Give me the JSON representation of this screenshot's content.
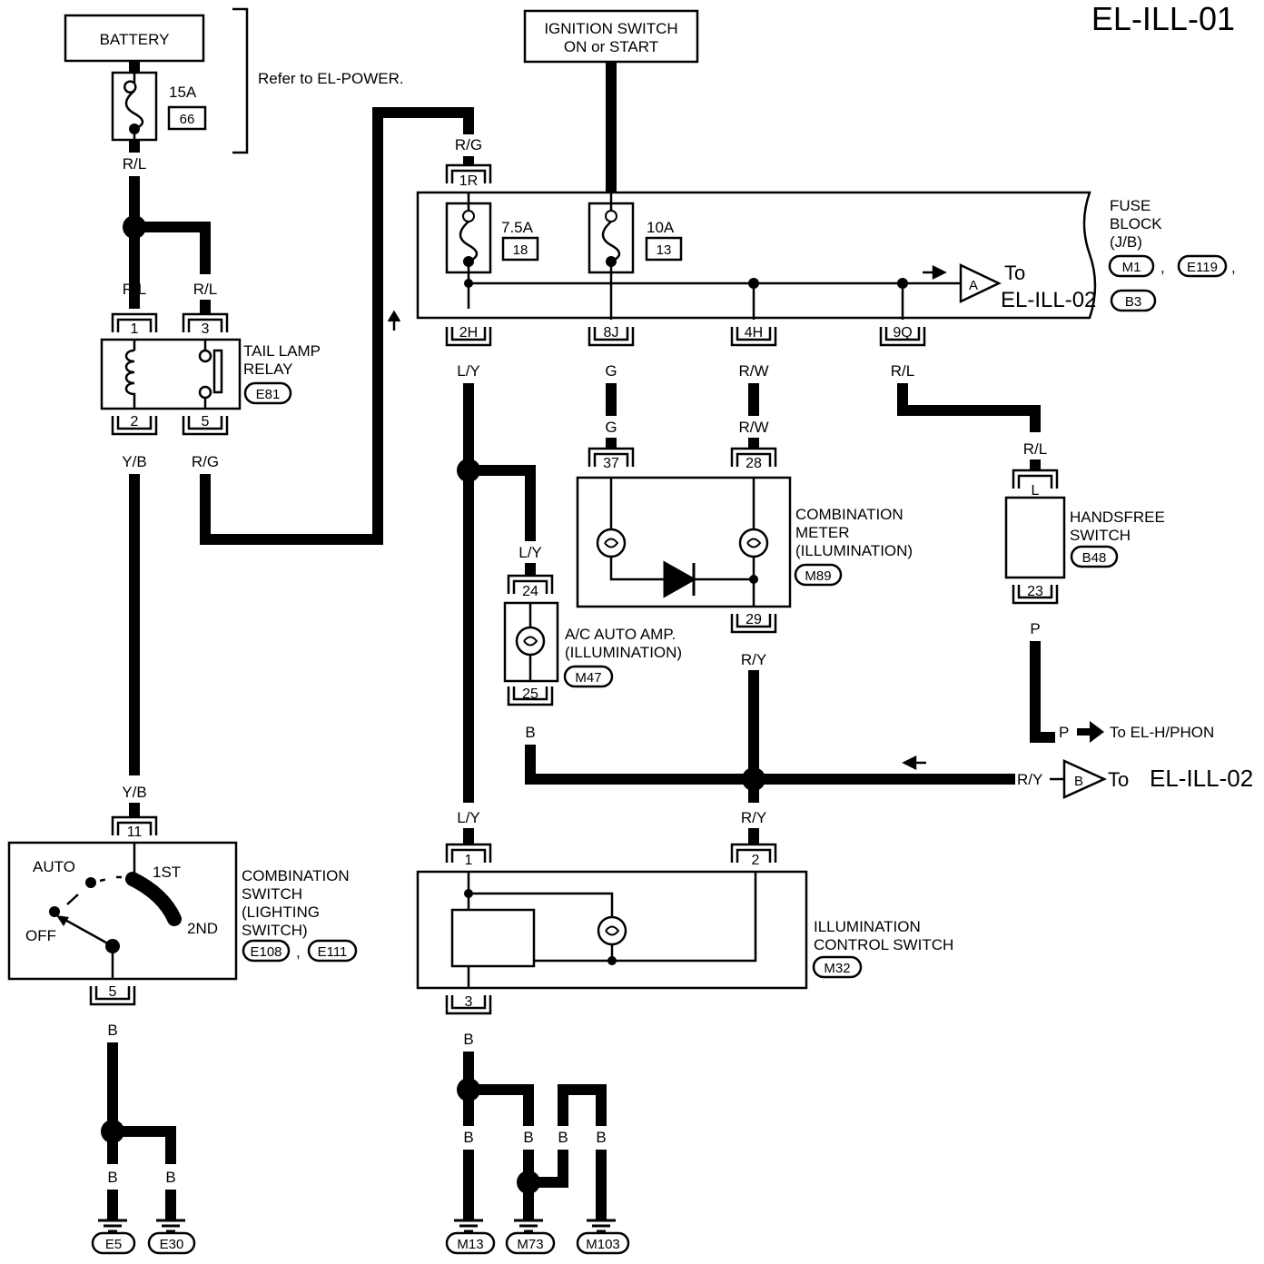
{
  "page_id": "EL-ILL-01",
  "refer_note": "Refer to EL-POWER.",
  "battery": {
    "label": "BATTERY",
    "fuse_amp": "15A",
    "fuse_no": "66"
  },
  "ignition": {
    "line1": "IGNITION SWITCH",
    "line2": "ON or START"
  },
  "wire_colors": {
    "rl": "R/L",
    "rg": "R/G",
    "yb": "Y/B",
    "ly": "L/Y",
    "g": "G",
    "rw": "R/W",
    "ry": "R/Y",
    "b": "B",
    "p": "P"
  },
  "fuse_block": {
    "name_lines": [
      "FUSE",
      "BLOCK",
      "(J/B)"
    ],
    "connectors": [
      "M1",
      "E119",
      "B3"
    ],
    "sep": ",",
    "fuse_a_amp": "7.5A",
    "fuse_a_no": "18",
    "fuse_b_amp": "10A",
    "fuse_b_no": "13",
    "pins": {
      "p1r": "1R",
      "p2h": "2H",
      "p8j": "8J",
      "p4h": "4H",
      "p9q": "9Q"
    }
  },
  "offpage_a": {
    "letter": "A",
    "to": "To",
    "target": "EL-ILL-02"
  },
  "offpage_b": {
    "letter": "B",
    "to": "To",
    "target": "EL-ILL-02"
  },
  "tail_relay": {
    "lines": [
      "TAIL LAMP",
      "RELAY"
    ],
    "connector": "E81",
    "pins": [
      "1",
      "3",
      "2",
      "5"
    ]
  },
  "combo_meter": {
    "lines": [
      "COMBINATION",
      "METER",
      "(ILLUMINATION)"
    ],
    "connector": "M89",
    "pins": [
      "37",
      "28",
      "29"
    ]
  },
  "handsfree": {
    "lines": [
      "HANDSFREE",
      "SWITCH"
    ],
    "connector": "B48",
    "pins": [
      "L",
      "23"
    ],
    "to_text": "To EL-H/PHON"
  },
  "ac_amp": {
    "lines": [
      "A/C AUTO AMP.",
      "(ILLUMINATION)"
    ],
    "connector": "M47",
    "pins": [
      "24",
      "25"
    ]
  },
  "combo_switch": {
    "lines": [
      "COMBINATION",
      "SWITCH",
      "(LIGHTING",
      "SWITCH)"
    ],
    "connectors": [
      "E108",
      "E111"
    ],
    "positions": {
      "auto": "AUTO",
      "first": "1ST",
      "off": "OFF",
      "second": "2ND"
    },
    "pins": [
      "11",
      "5"
    ]
  },
  "illum_switch": {
    "lines": [
      "ILLUMINATION",
      "CONTROL SWITCH"
    ],
    "connector": "M32",
    "pins": [
      "1",
      "2",
      "3"
    ]
  },
  "grounds": [
    "E5",
    "E30",
    "M13",
    "M73",
    "M103"
  ]
}
